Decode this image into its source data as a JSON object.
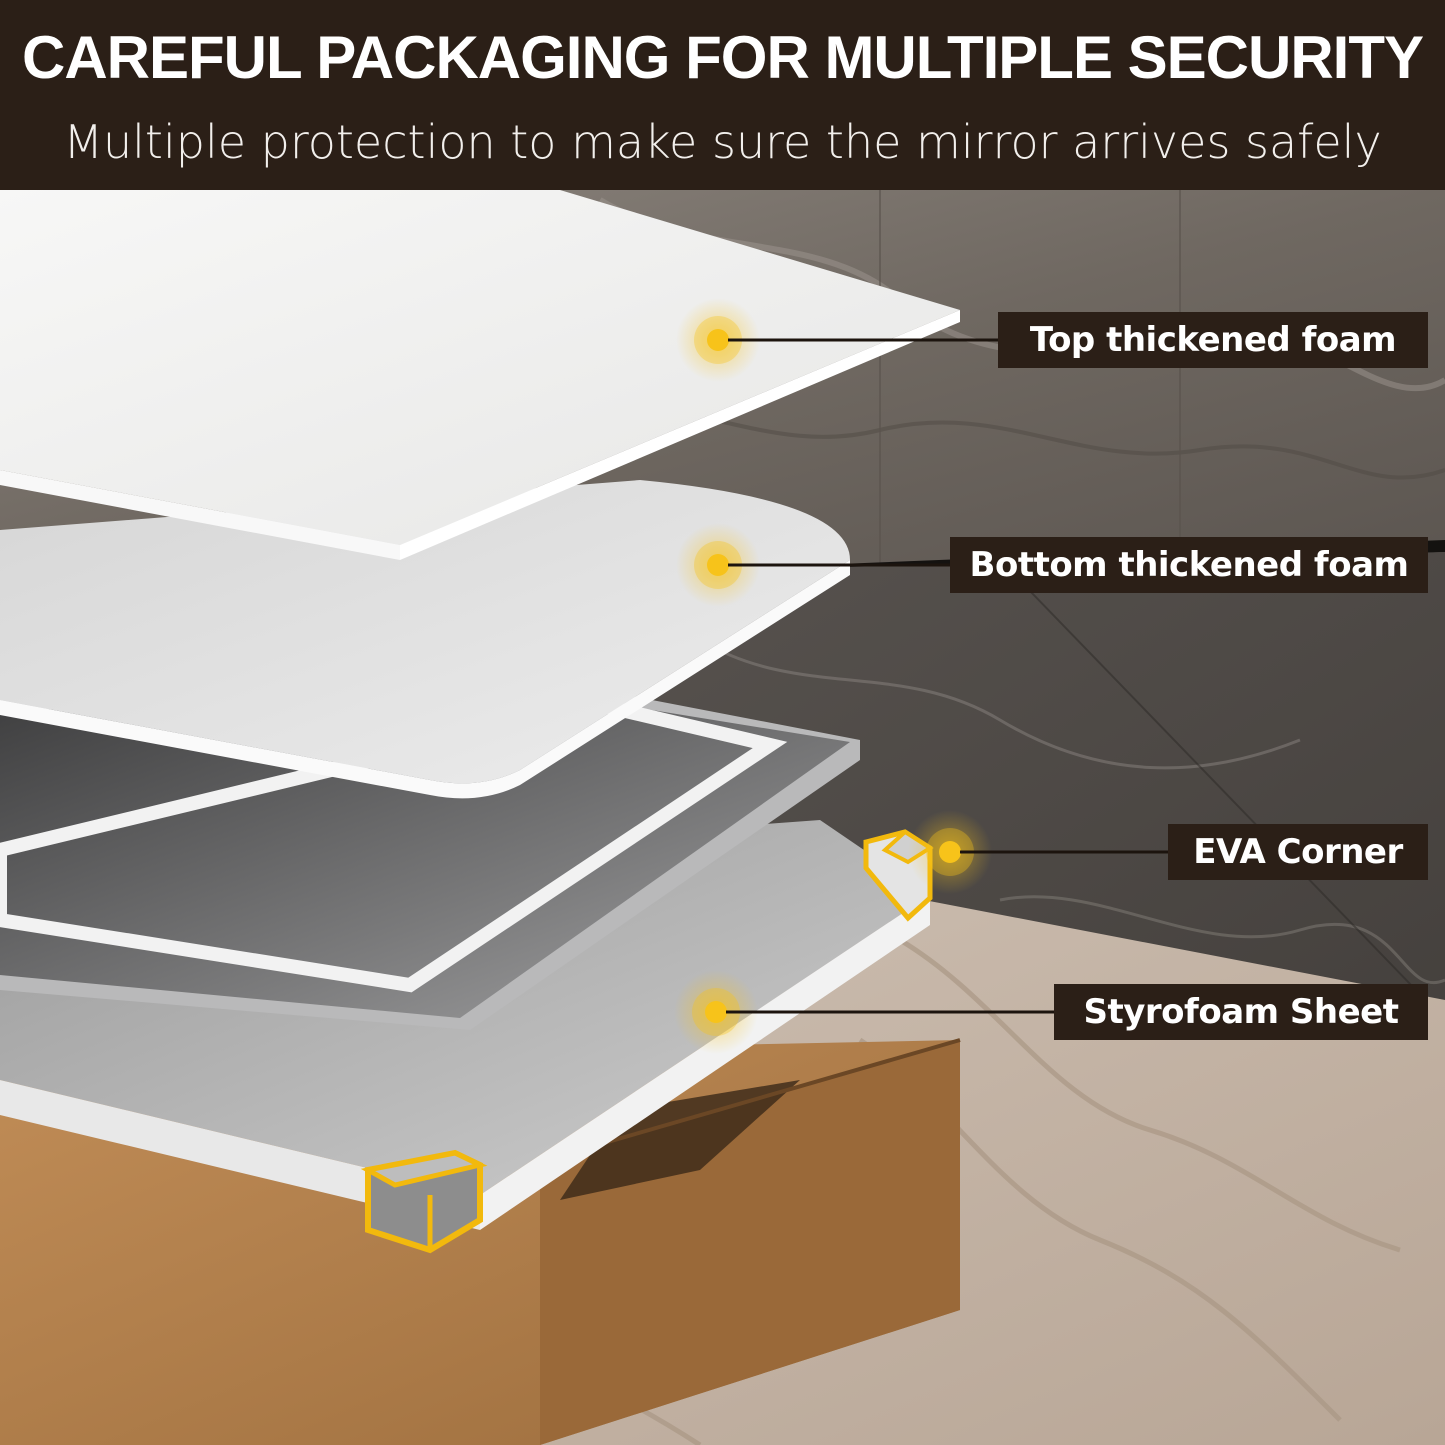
{
  "header": {
    "title": "CAREFUL PACKAGING FOR MULTIPLE SECURITY",
    "subtitle": "Multiple protection to make sure the mirror arrives safely"
  },
  "layers": [
    {
      "label": "Top thickened foam"
    },
    {
      "label": "Bottom thickened foam"
    },
    {
      "label": "EVA Corner"
    },
    {
      "label": "Styrofoam Sheet"
    }
  ],
  "colors": {
    "header_bg": "#2b1f17",
    "label_bg": "#2b1f17",
    "marker": "#f7c31a",
    "corner_outline": "#f2b90d",
    "wood": "#b88651"
  }
}
